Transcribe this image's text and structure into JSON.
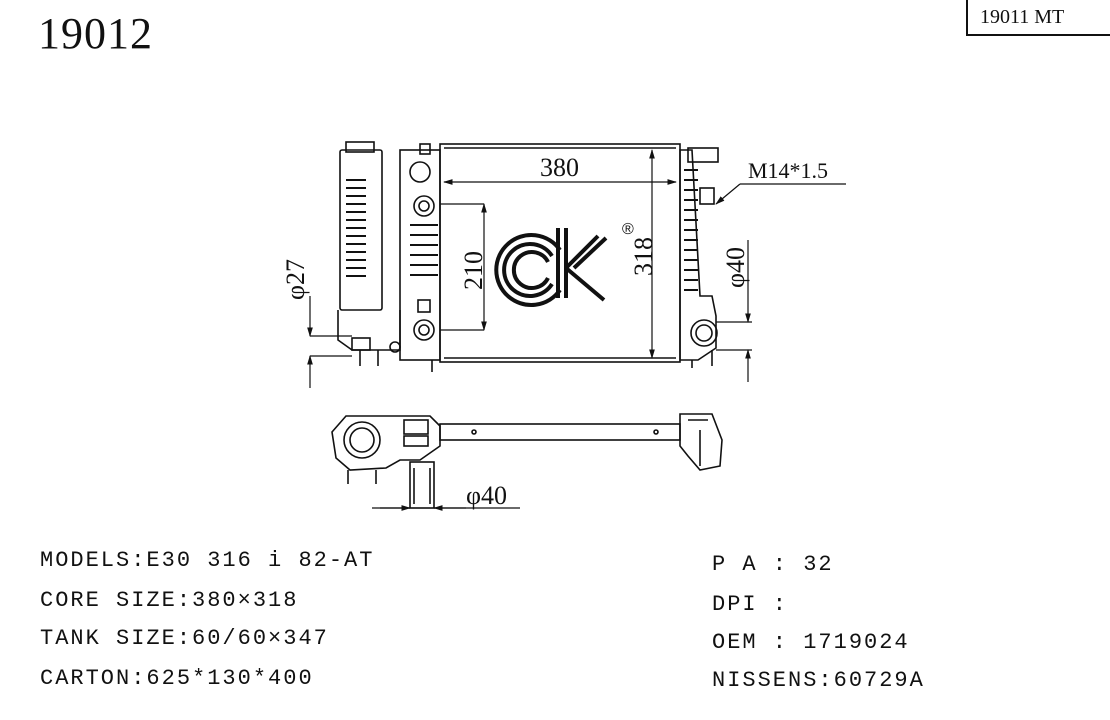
{
  "header": {
    "part_number": "19012",
    "reference": "19011 MT"
  },
  "drawing": {
    "dim_width": "380",
    "dim_height": "318",
    "dim_inner": "210",
    "dim_thread": "M14*1.5",
    "dim_outlet": "φ40",
    "dim_inlet": "φ27",
    "dim_bottom_outlet": "φ40",
    "logo_mark": "®"
  },
  "specs_left": [
    {
      "key": "MODELS:",
      "value": "E30 316 i 82-AT"
    },
    {
      "key": "CORE SIZE:",
      "value": "380×318"
    },
    {
      "key": "TANK SIZE:",
      "value": "60/60×347"
    },
    {
      "key": "CARTON:",
      "value": "625*130*400"
    }
  ],
  "specs_right": [
    {
      "key": "P A :",
      "value": "32"
    },
    {
      "key": "DPI :",
      "value": ""
    },
    {
      "key": "OEM :",
      "value": "1719024"
    },
    {
      "key": "NISSENS:",
      "value": "60729A"
    }
  ]
}
